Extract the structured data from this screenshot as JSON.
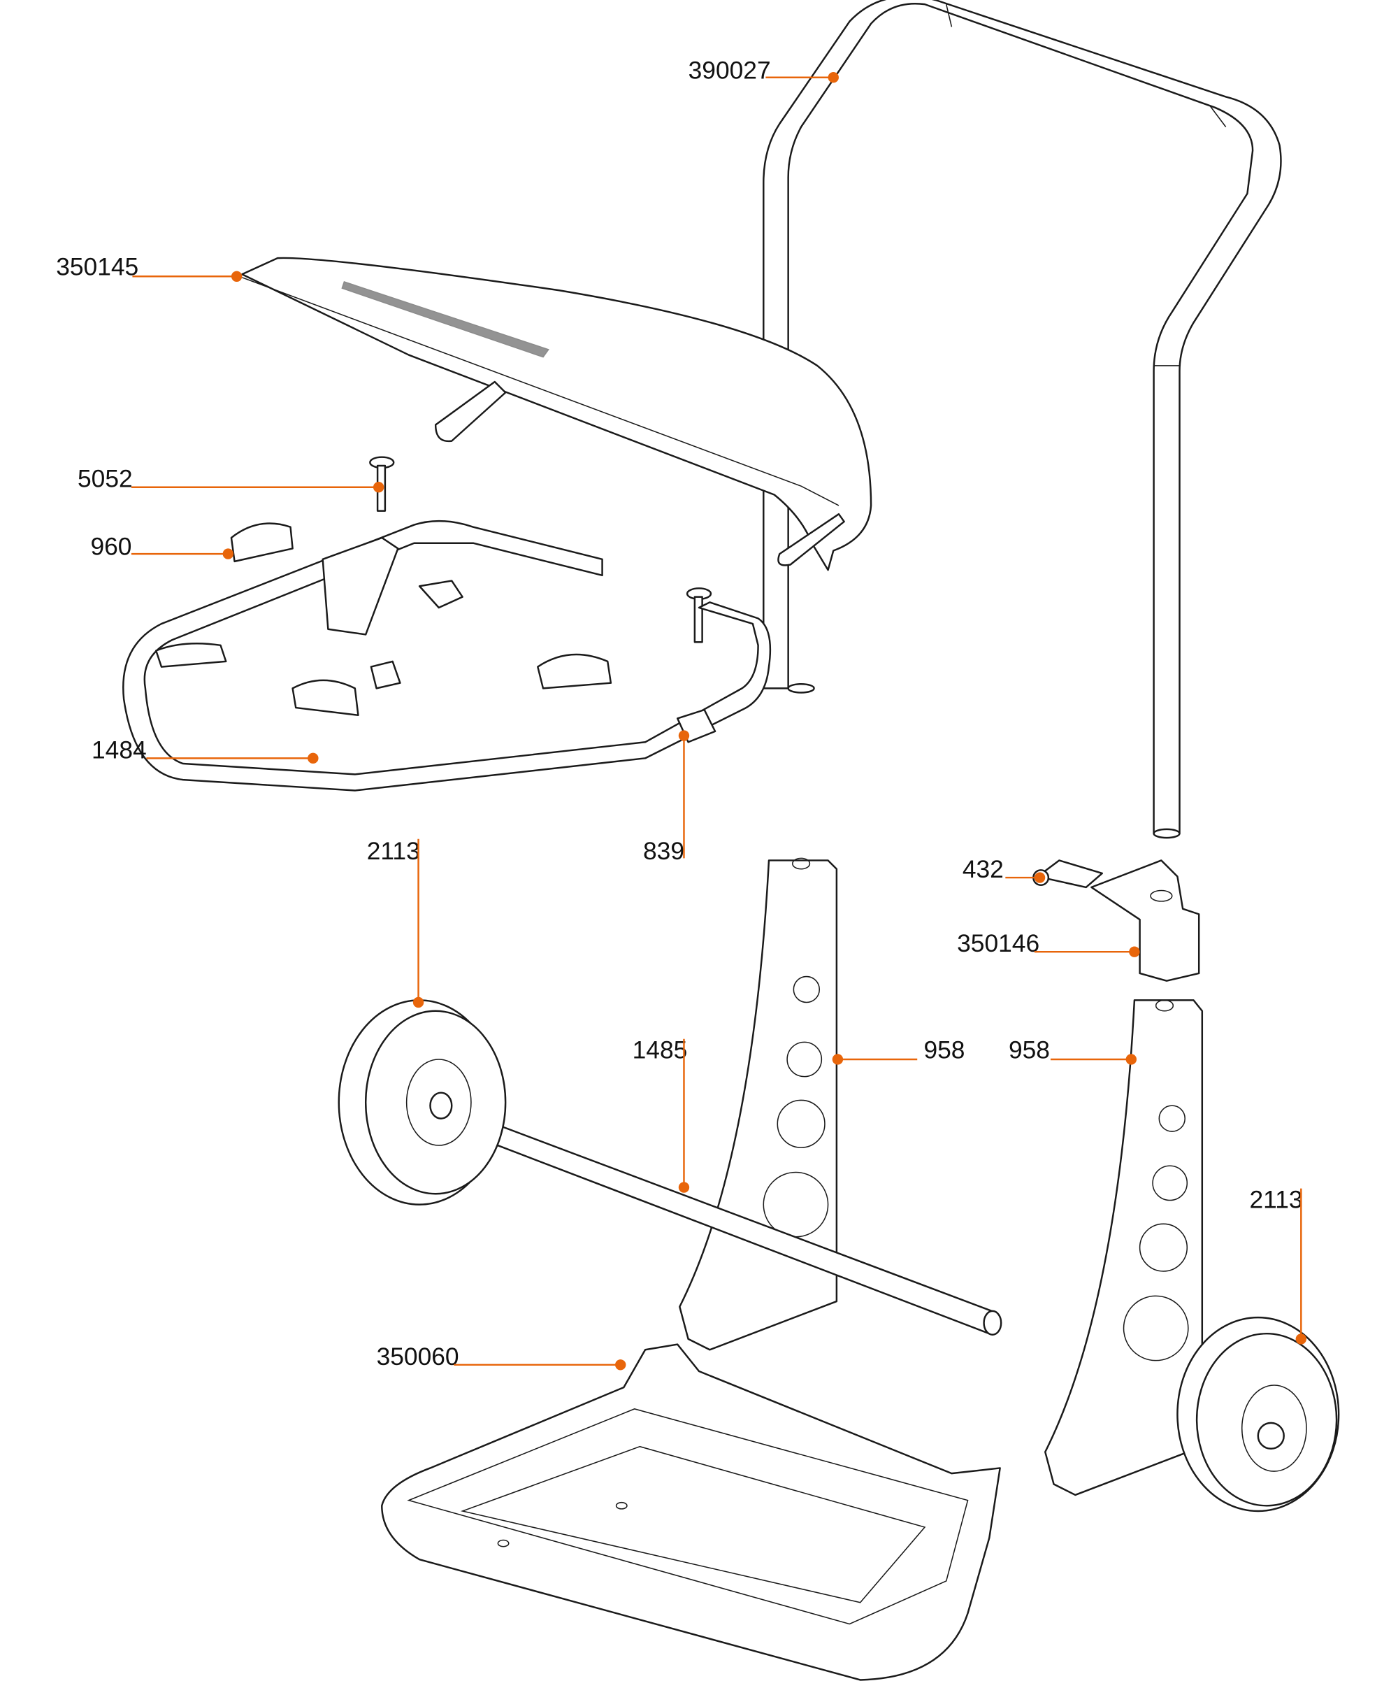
{
  "title": "Hose reel cart exploded parts diagram",
  "accent_color": "#e8650a",
  "callouts": {
    "handle": "390027",
    "lid": "350145",
    "pin": "5052",
    "clip": "960",
    "frame": "1484",
    "stop": "839",
    "wheel_left": "2113",
    "latch": "432",
    "bracket": "350146",
    "axle": "1485",
    "leg_left": "958",
    "leg_right": "958",
    "wheel_right": "2113",
    "base": "350060"
  }
}
